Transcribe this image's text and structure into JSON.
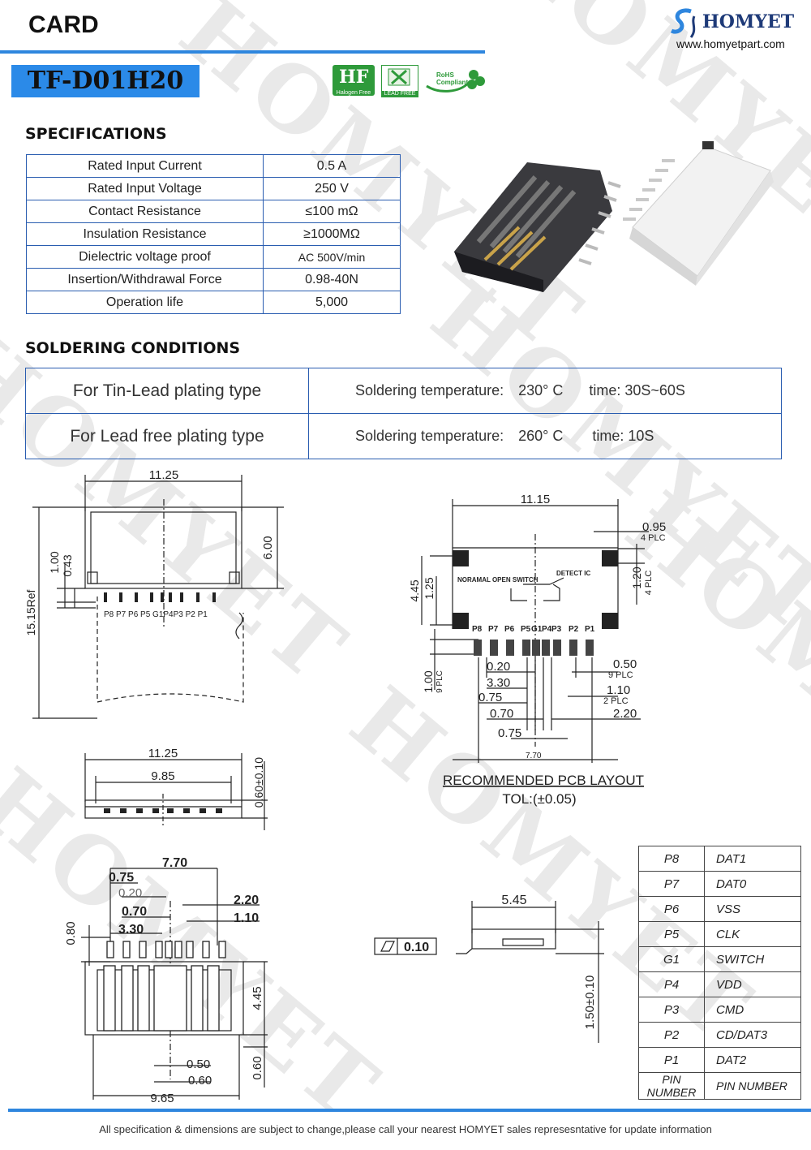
{
  "header": {
    "category": "CARD",
    "model": "TF-D01H20",
    "brand": "HOMYET",
    "website": "www.homyetpart.com",
    "badges": [
      {
        "name": "halogen-free-icon",
        "label": "Halogen Free"
      },
      {
        "name": "lead-free-icon",
        "label": "LEAD FREE"
      },
      {
        "name": "rohs-icon",
        "label": "RoHS Compliant"
      }
    ]
  },
  "watermark": "HOMYET",
  "specifications": {
    "heading": "SPECIFICATIONS",
    "rows": [
      {
        "label": "Rated Input Current",
        "value": "0.5 A"
      },
      {
        "label": "Rated Input Voltage",
        "value": "250 V"
      },
      {
        "label": "Contact Resistance",
        "value": "≤100 mΩ"
      },
      {
        "label": "Insulation Resistance",
        "value": "≥1000MΩ"
      },
      {
        "label": "Dielectric voltage proof",
        "value": "AC 500V/min"
      },
      {
        "label": "Insertion/Withdrawal Force",
        "value": "0.98-40N"
      },
      {
        "label": "Operation life",
        "value": "5,000"
      }
    ]
  },
  "soldering": {
    "heading": "SOLDERING CONDITIONS",
    "rows": [
      {
        "type": "For Tin-Lead plating type",
        "temp_label": "Soldering temperature:",
        "temp": "230° C",
        "time": "time: 30S~60S"
      },
      {
        "type": "For Lead free plating type",
        "temp_label": "Soldering temperature:",
        "temp": "260° C",
        "time": "time: 10S"
      }
    ]
  },
  "drawing": {
    "top_view": {
      "width": "11.25",
      "d_6": "6.00",
      "d_100": "1.00",
      "d_043": "0.43",
      "ref": "15.15Ref",
      "pin_labels": "P8 P7 P6 P5 G1P4P3 P2 P1"
    },
    "front_view": {
      "width": "11.25",
      "inner": "9.85",
      "height": "0.60±0.10"
    },
    "pcb": {
      "width": "11.15",
      "pad": "0.95",
      "pad_sub": "4 PLC",
      "d_445": "4.45",
      "d_125": "1.25",
      "d_120": "1.20",
      "d_120_sub": "4 PLC",
      "normal": "NORAMAL OPEN SWITCH",
      "detect": "DETECT IC",
      "pins": [
        "P8",
        "P7",
        "P6",
        "P5",
        "G1",
        "P4",
        "P3",
        "P2",
        "P1"
      ],
      "d_020": "0.20",
      "d_330": "3.30",
      "d_075a": "0.75",
      "d_070": "0.70",
      "d_075b": "0.75",
      "d_770": "7.70",
      "d_050": "0.50",
      "d_050_sub": "9 PLC",
      "d_110": "1.10",
      "d_110_sub": "2 PLC",
      "d_220": "2.20",
      "d_100": "1.00",
      "d_100_sub": "9 PLC",
      "caption": "RECOMMENDED PCB LAYOUT",
      "tol": "TOL:(±0.05)"
    },
    "bottom_view": {
      "d_770": "7.70",
      "d_075": "0.75",
      "d_020": "0.20",
      "d_070": "0.70",
      "d_330": "3.30",
      "d_220": "2.20",
      "d_110": "1.10",
      "d_080": "0.80",
      "d_445": "4.45",
      "d_050": "0.50",
      "d_060a": "0.60",
      "d_060b": "0.60",
      "d_965": "9.65"
    },
    "side_view": {
      "d_545": "5.45",
      "flat": "0.10",
      "height": "1.50±0.10"
    }
  },
  "pin_table": {
    "rows": [
      {
        "pin": "P8",
        "func": "DAT1"
      },
      {
        "pin": "P7",
        "func": "DAT0"
      },
      {
        "pin": "P6",
        "func": "VSS"
      },
      {
        "pin": "P5",
        "func": "CLK"
      },
      {
        "pin": "G1",
        "func": "SWITCH"
      },
      {
        "pin": "P4",
        "func": "VDD"
      },
      {
        "pin": "P3",
        "func": "CMD"
      },
      {
        "pin": "P2",
        "func": "CD/DAT3"
      },
      {
        "pin": "P1",
        "func": "DAT2"
      }
    ],
    "header": {
      "pin": "PIN  NUMBER",
      "func": "PIN  NUMBER"
    }
  },
  "footer": "All specification & dimensions are subject to change,please call your nearest HOMYET sales represesntative for update information"
}
